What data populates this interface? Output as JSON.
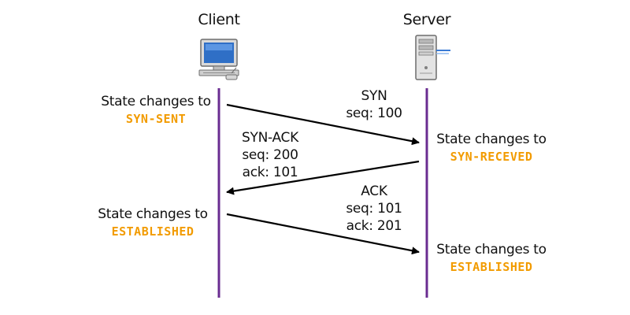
{
  "colors": {
    "timeline": "#6a2c91",
    "arrow": "#000000",
    "state": "#f29b00",
    "text": "#111111"
  },
  "hosts": {
    "client": {
      "label": "Client",
      "icon": "desktop-computer-icon"
    },
    "server": {
      "label": "Server",
      "icon": "tower-server-icon"
    }
  },
  "messages": [
    {
      "from": "client",
      "to": "server",
      "lines": [
        "SYN",
        "seq: 100"
      ]
    },
    {
      "from": "server",
      "to": "client",
      "lines": [
        "SYN-ACK",
        "seq: 200",
        "ack: 101"
      ]
    },
    {
      "from": "client",
      "to": "server",
      "lines": [
        "ACK",
        "seq: 101",
        "ack: 201"
      ]
    }
  ],
  "states": [
    {
      "host": "client",
      "text": "State changes to",
      "state": "SYN-SENT"
    },
    {
      "host": "server",
      "text": "State changes to",
      "state": "SYN-RECEVED"
    },
    {
      "host": "client",
      "text": "State changes to",
      "state": "ESTABLISHED"
    },
    {
      "host": "server",
      "text": "State changes to",
      "state": "ESTABLISHED"
    }
  ]
}
